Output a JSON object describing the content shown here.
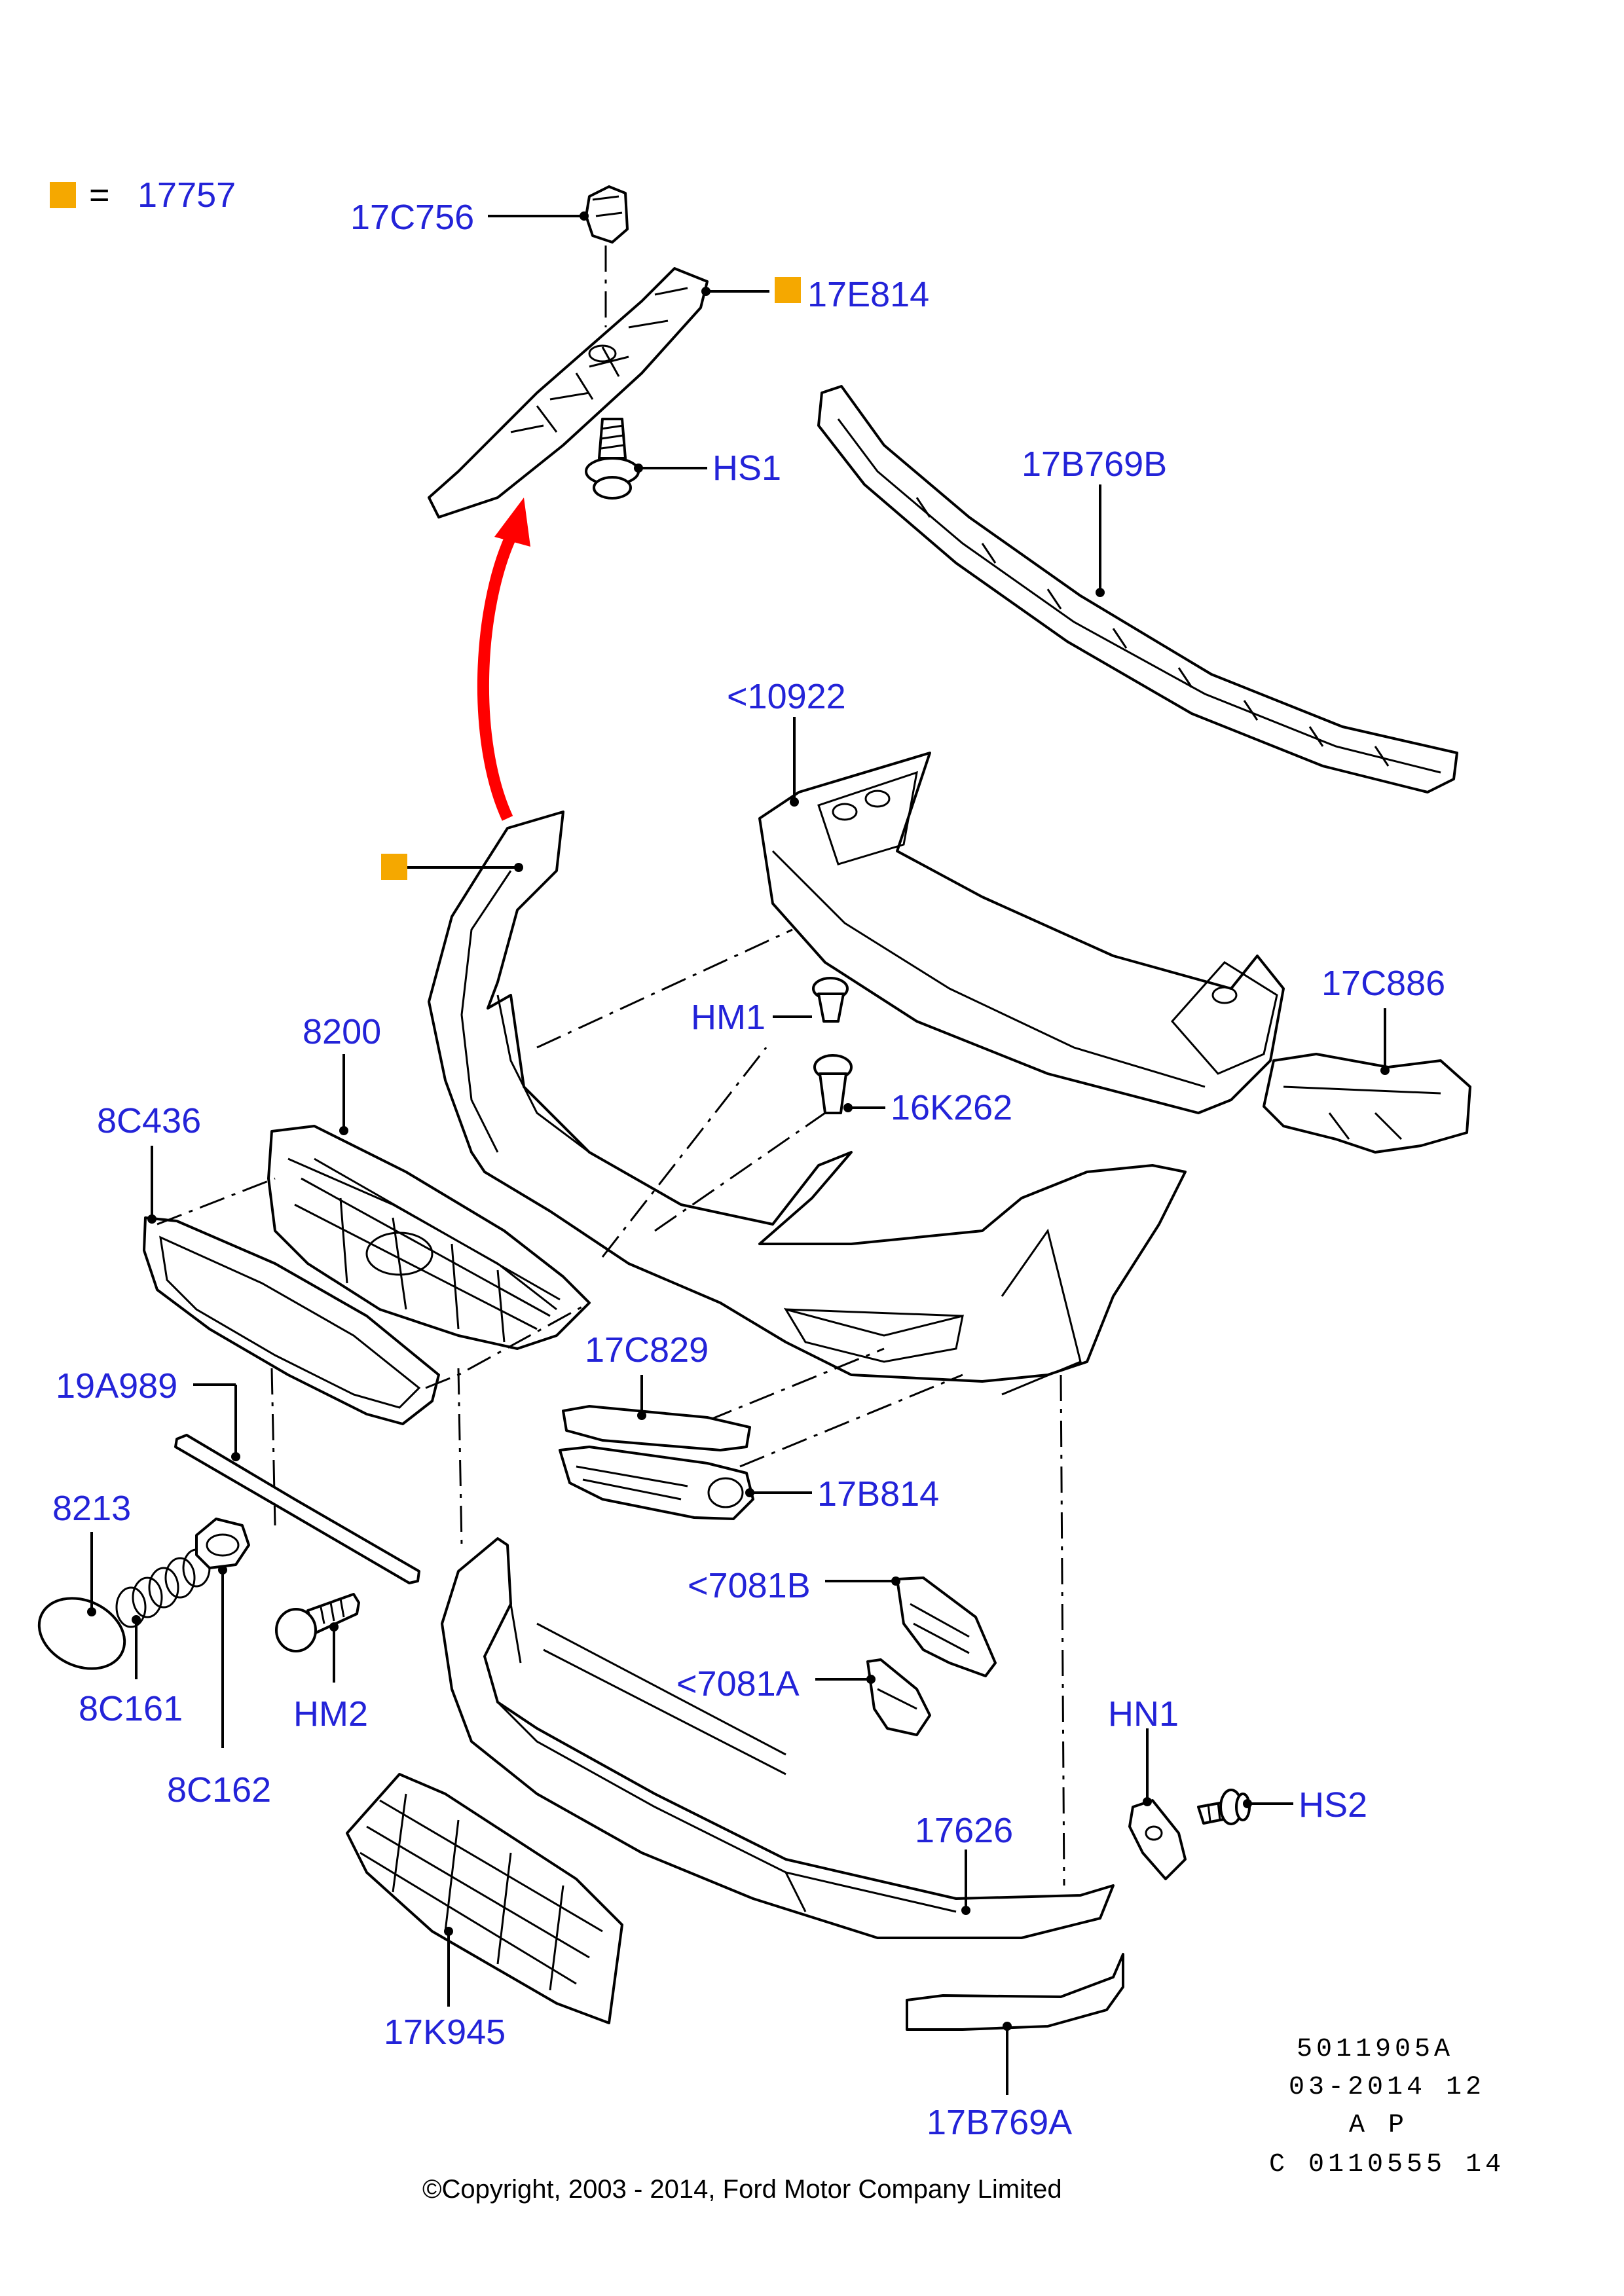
{
  "legend": {
    "symbol": "=",
    "value": "17757",
    "marker_color": "#f5a800"
  },
  "labels": {
    "p17C756": "17C756",
    "p17E814": "17E814",
    "pHS1": "HS1",
    "p17B769B": "17B769B",
    "p10922": "<10922",
    "p17C886": "17C886",
    "pHM1": "HM1",
    "p16K262": "16K262",
    "p8200": "8200",
    "p8C436": "8C436",
    "p17C829": "17C829",
    "p17B814": "17B814",
    "p19A989": "19A989",
    "p8213": "8213",
    "p8C161": "8C161",
    "p8C162": "8C162",
    "pHM2": "HM2",
    "p7081B": "<7081B",
    "p7081A": "<7081A",
    "pHN1": "HN1",
    "pHS2": "HS2",
    "p17626": "17626",
    "p17K945": "17K945",
    "p17B769A": "17B769A"
  },
  "meta": {
    "line1": "5011905A",
    "line2": "03-2014 12",
    "line3": "A P",
    "line4": "C 0110555 14"
  },
  "copyright": "©Copyright, 2003 - 2014, Ford Motor Company Limited",
  "colors": {
    "label": "#2323d8",
    "marker": "#f5a800",
    "arrow": "#ff0000"
  }
}
